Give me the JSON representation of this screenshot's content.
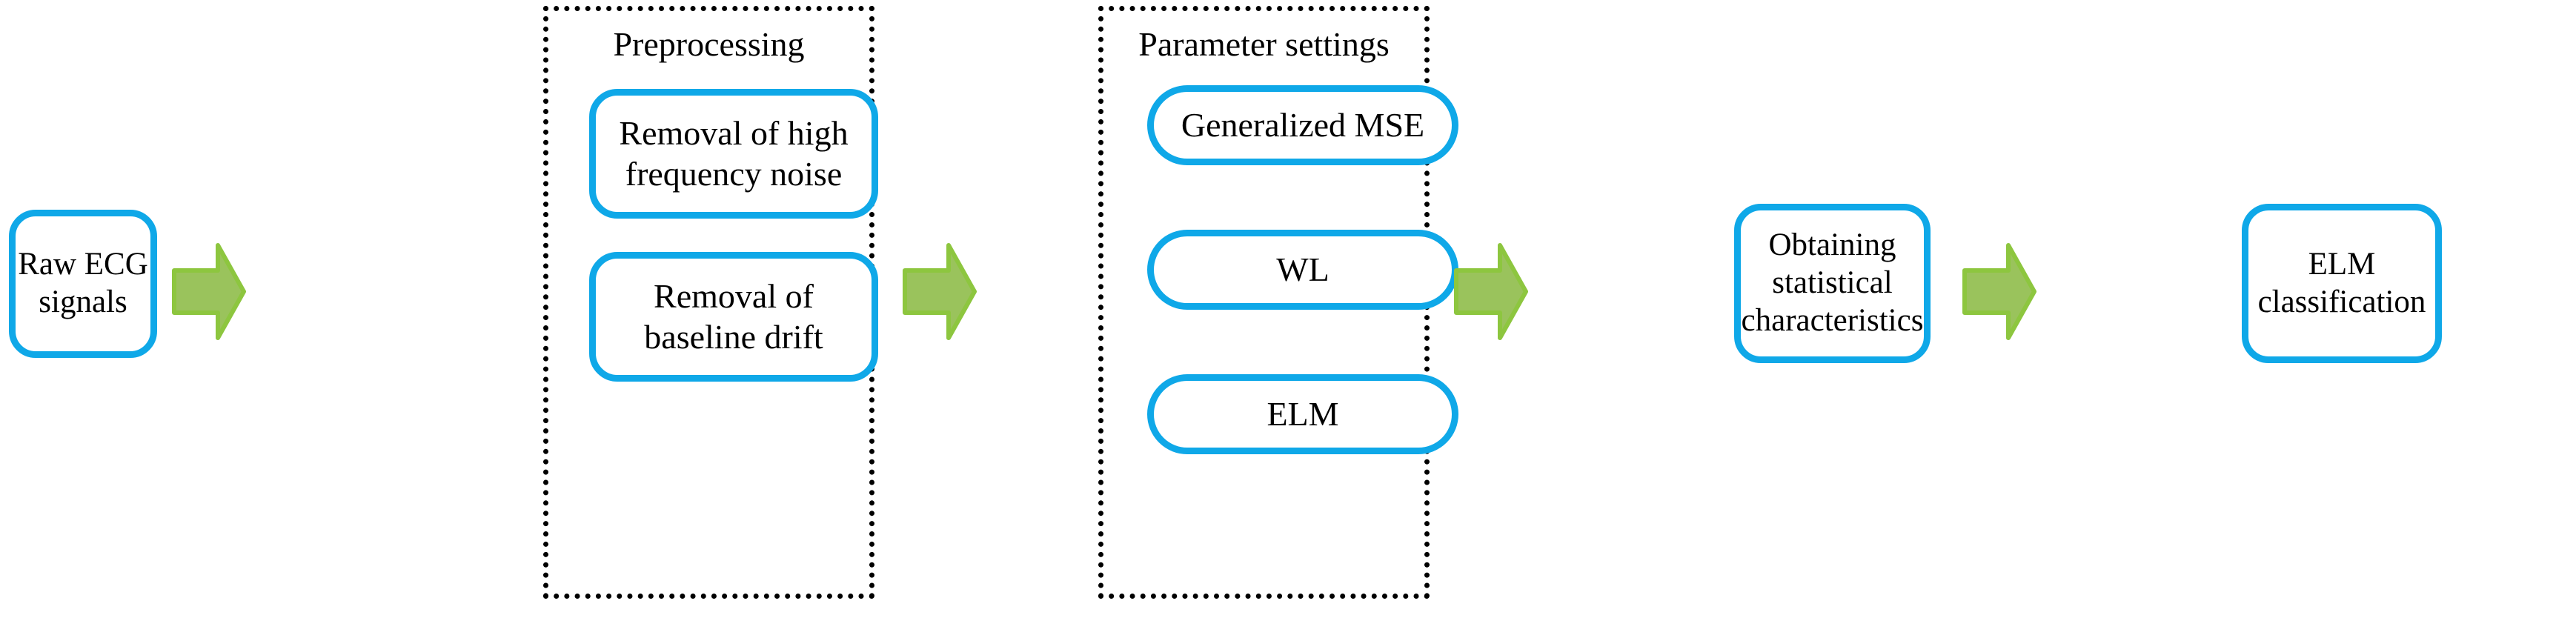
{
  "diagram": {
    "title": "ECG classification pipeline flowchart",
    "colors": {
      "node_border": "#0FA8E8",
      "node_fill": "#FFFFFF",
      "group_border": "#000000",
      "arrow_fill": "#9AC35C",
      "arrow_stroke": "#8DC63F",
      "text": "#000000"
    },
    "nodes": {
      "raw_ecg": "Raw ECG\nsignals",
      "remove_high_frequency_noise": "Removal of high\nfrequency noise",
      "removal_baseline_drift": "Removal of\nbaseline drift",
      "generalized_mse": "Generalized MSE",
      "wl": "WL",
      "elm": "ELM",
      "obtaining_statistical_characteristics": "Obtaining\nstatistical\ncharacteristics",
      "elm_classification": "ELM\nclassification"
    },
    "groups": {
      "preprocessing": "Preprocessing",
      "parameter_settings": "Parameter settings"
    },
    "arrows": [
      {
        "name": "arrow-raw-to-preprocessing",
        "direction": "right"
      },
      {
        "name": "arrow-preprocessing-to-parameters",
        "direction": "right"
      },
      {
        "name": "arrow-parameters-to-obtaining",
        "direction": "right"
      },
      {
        "name": "arrow-obtaining-to-classification",
        "direction": "right"
      }
    ]
  }
}
